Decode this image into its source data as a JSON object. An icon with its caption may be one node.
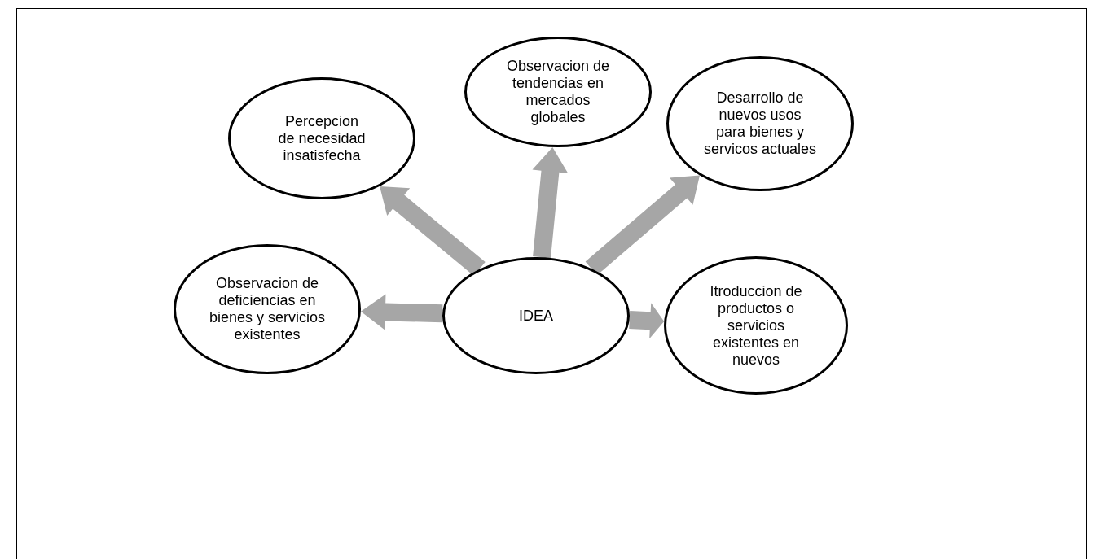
{
  "diagram": {
    "nodes": [
      {
        "text": [
          "Percepcion de necesidad insatisfecha"
        ]
      },
      {
        "text": [
          "Observacion de tendencias en mercados globales"
        ]
      },
      {
        "text": [
          "Desarrollo de nuevos usos para bienes y servicos actuales"
        ]
      },
      {
        "text": [
          "Observacion de deficiencias en bienes y servicios existentes"
        ]
      },
      {
        "text": [
          "IDEA"
        ]
      },
      {
        "text": [
          "Itroduccion de productos o servicios existentes en nuevos"
        ]
      }
    ],
    "edges": [
      {
        "from": 4,
        "to": 0,
        "arrow": "to"
      },
      {
        "from": 4,
        "to": 1,
        "arrow": "to"
      },
      {
        "from": 4,
        "to": 2,
        "arrow": "to"
      },
      {
        "from": 4,
        "to": 3,
        "arrow": "to"
      },
      {
        "from": 4,
        "to": 5,
        "arrow": "to"
      }
    ]
  }
}
